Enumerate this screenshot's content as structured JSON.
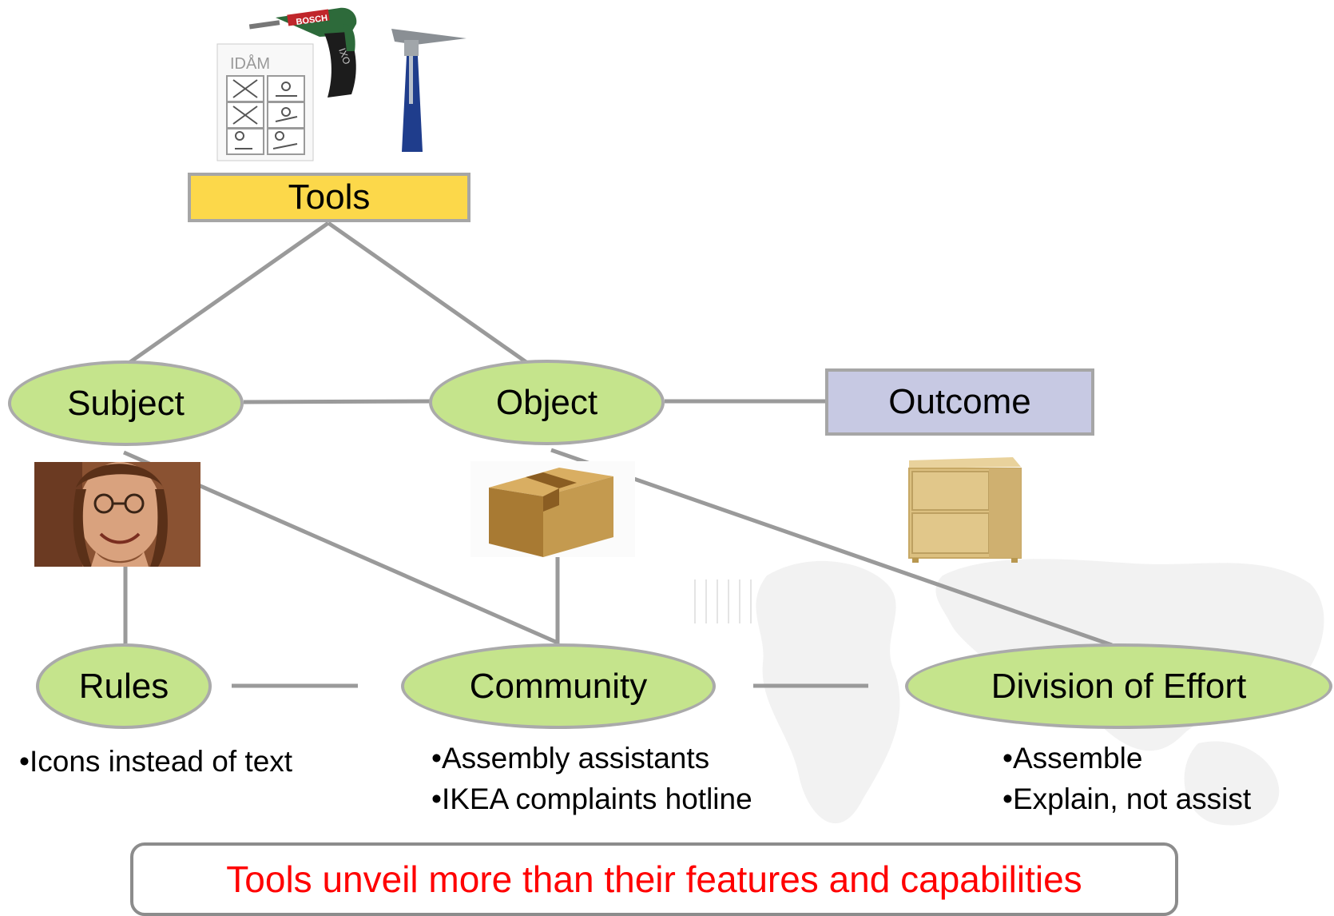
{
  "nodes": {
    "tools": "Tools",
    "subject": "Subject",
    "object": "Object",
    "outcome": "Outcome",
    "rules": "Rules",
    "community": "Community",
    "division": "Division of Effort"
  },
  "lists": {
    "rules": [
      "Icons instead of text"
    ],
    "community": [
      "Assembly assistants",
      "IKEA complaints hotline"
    ],
    "division": [
      "Assemble",
      "Explain, not assist"
    ]
  },
  "images": {
    "instructions_sheet_label": "IDÅM",
    "drill_brand": "BOSCH",
    "drill_model": "IXO"
  },
  "conclusion": "Tools unveil more than their features and capabilities",
  "colors": {
    "ellipse_fill": "#c5e48c",
    "tools_fill": "#fcd84a",
    "outcome_fill": "#c7c9e3",
    "connector": "#9a9a9a",
    "conclusion_text": "#ff0000"
  }
}
